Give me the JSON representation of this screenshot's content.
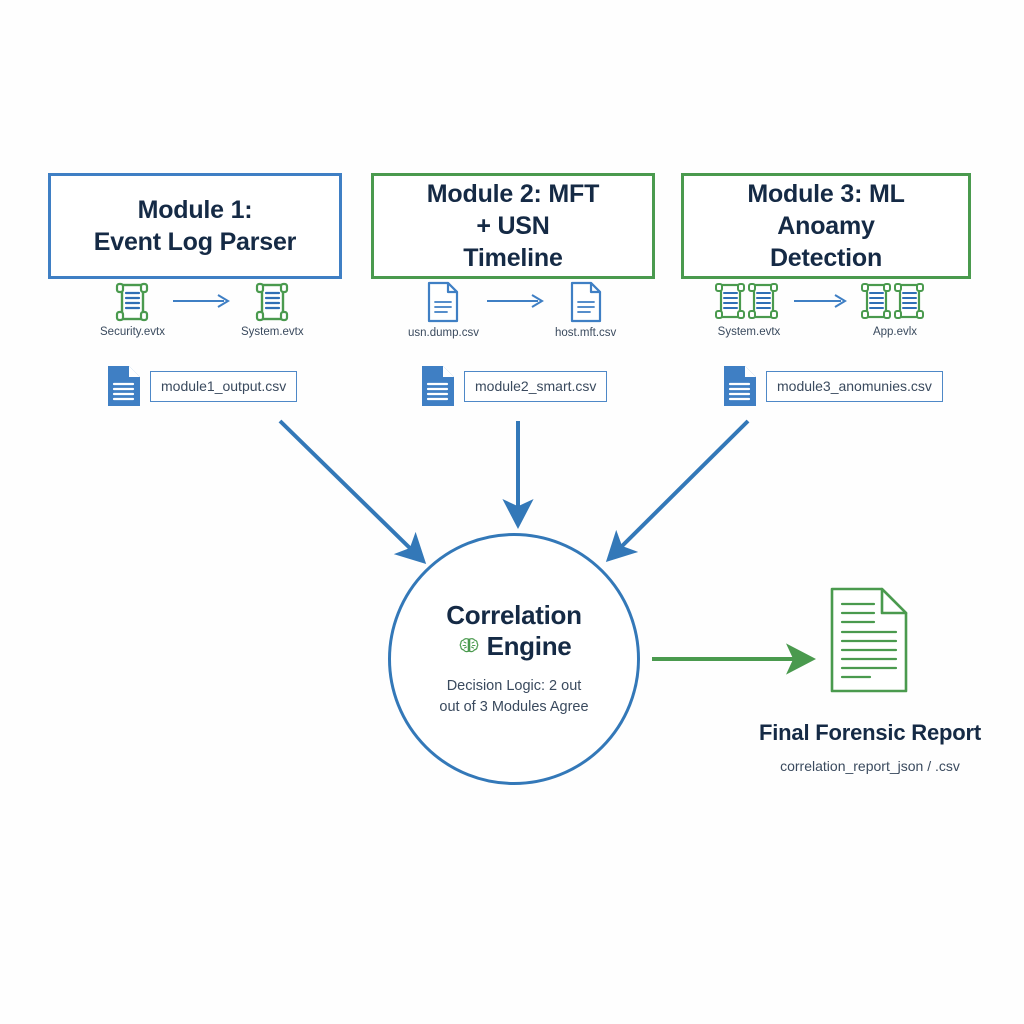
{
  "diagram": {
    "title_color": "#152a45",
    "accent_blue": "#3f7fc4",
    "accent_green": "#4a9a4e",
    "background": "#ffffff"
  },
  "modules": [
    {
      "title": "Module 1:\nEvent Log Parser",
      "border_color": "#3f7fc4",
      "sources": [
        {
          "label": "Security.evtx",
          "icon": "log-scroll-icon"
        },
        {
          "label": "System.evtx",
          "icon": "log-scroll-icon"
        }
      ],
      "arrow": "right-arrow-icon",
      "output": {
        "label": "module1_output.csv",
        "icon": "csv-file-icon"
      }
    },
    {
      "title": "Module 2: MFT\n+ USN\nTimeline",
      "border_color": "#4a9a4e",
      "sources": [
        {
          "label": "usn.dump.csv",
          "icon": "document-icon"
        },
        {
          "label": "host.mft.csv",
          "icon": "document-icon"
        }
      ],
      "arrow": "right-arrow-icon",
      "output": {
        "label": "module2_smart.csv",
        "icon": "csv-file-icon"
      }
    },
    {
      "title": "Module 3: ML\nAnoamy\nDetection",
      "border_color": "#4a9a4e",
      "sources": [
        {
          "label": "System.evtx",
          "icon": "double-log-scroll-icon"
        },
        {
          "label": "App.evlx",
          "icon": "double-log-scroll-icon"
        }
      ],
      "arrow": "right-arrow-icon",
      "output": {
        "label": "module3_anomunies.csv",
        "icon": "csv-file-icon"
      }
    }
  ],
  "correlation": {
    "title_line1": "Correlation",
    "title_line2": "Engine",
    "icon": "brain-icon",
    "subtitle_line1": "Decision Logic: 2 out",
    "subtitle_line2": "out of 3 Modules Agree",
    "border_color": "#3378b8"
  },
  "report": {
    "title": "Final Forensic Report",
    "subtitle": "correlation_report_json / .csv",
    "icon": "report-document-icon",
    "color": "#4a9a4e"
  },
  "connectors": {
    "module1_to_engine": "diagonal-arrow-down-right",
    "module2_to_engine": "straight-arrow-down",
    "module3_to_engine": "diagonal-arrow-down-left",
    "engine_to_report": "straight-arrow-right",
    "blue": "#3378b8",
    "green": "#4a9a4e"
  }
}
